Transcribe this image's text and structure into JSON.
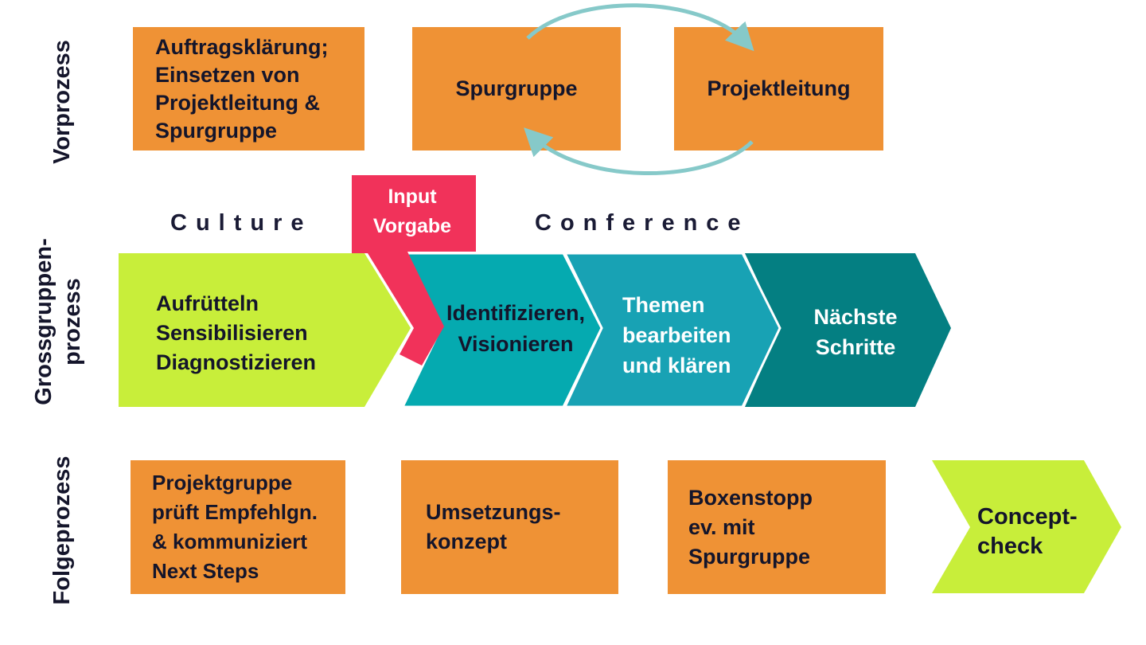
{
  "rows": {
    "vorprozess": "Vorprozess",
    "grossgruppen_line1": "Grossgruppen-",
    "grossgruppen_line2": "prozess",
    "folgeprozess": "Folgeprozess"
  },
  "vorprozess": {
    "auftrag": "Auftragsklärung;\nEinsetzen von\nProjektleitung &\nSpurgruppe",
    "spurgruppe": "Spurgruppe",
    "projektleitung": "Projektleitung"
  },
  "grossgruppen": {
    "culture_label": "Culture",
    "conference_label": "Conference",
    "input_line1": "Input",
    "input_line2": "Vorgabe",
    "stage1": [
      "Aufrütteln",
      "Sensibilisieren",
      "Diagnostizieren"
    ],
    "stage2": [
      "Identifizieren,",
      "Visionieren"
    ],
    "stage3": [
      "Themen",
      "bearbeiten",
      "und klären"
    ],
    "stage4": [
      "Nächste",
      "Schritte"
    ]
  },
  "folgeprozess": {
    "projektgruppe": "Projektgruppe\nprüft Empfehlgn.\n& kommuniziert\nNext Steps",
    "umsetzung": "Umsetzungs-\nkonzept",
    "boxenstopp": "Boxenstopp\nev. mit\nSpurgruppe",
    "conceptcheck_line1": "Concept-",
    "conceptcheck_line2": "check"
  },
  "colors": {
    "orange": "#ef9235",
    "lime": "#c8ee3a",
    "pink": "#f1325a",
    "teal1": "#05aab0",
    "teal2": "#18a2b4",
    "teal3": "#047f82",
    "arrow": "#86c9c9",
    "text_dark": "#14152b"
  }
}
